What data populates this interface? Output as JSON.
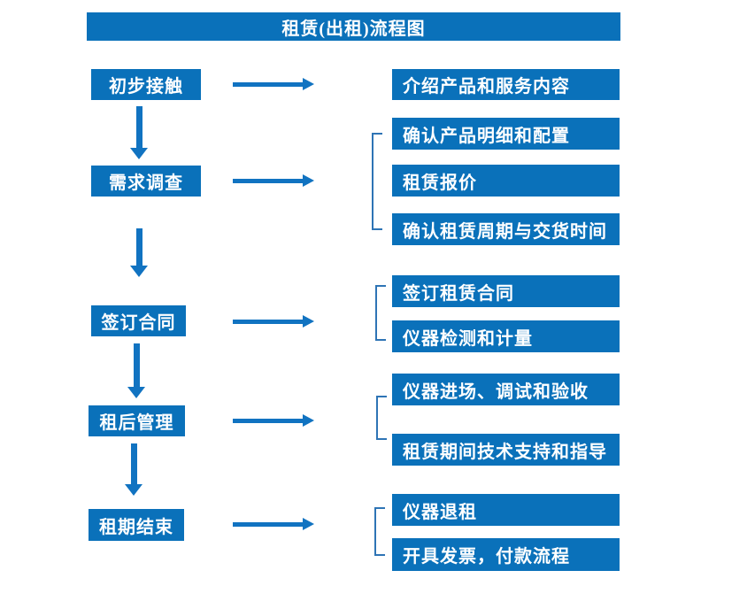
{
  "title": "租赁(出租)流程图",
  "colors": {
    "box_blue": "#0a71ba",
    "arrow_blue": "#1173c1",
    "bracket_blue": "#2e74b5",
    "text": "#ffffff"
  },
  "steps": [
    {
      "label": "初步接触",
      "outputs": [
        "介绍产品和服务内容"
      ]
    },
    {
      "label": "需求调查",
      "outputs": [
        "确认产品明细和配置",
        "租赁报价",
        "确认租赁周期与交货时间"
      ]
    },
    {
      "label": "签订合同",
      "outputs": [
        "签订租赁合同",
        "仪器检测和计量"
      ]
    },
    {
      "label": "租后管理",
      "outputs": [
        "仪器进场、调试和验收",
        "租赁期间技术支持和指导"
      ]
    },
    {
      "label": "租期结束",
      "outputs": [
        "仪器退租",
        "开具发票，付款流程"
      ]
    }
  ]
}
